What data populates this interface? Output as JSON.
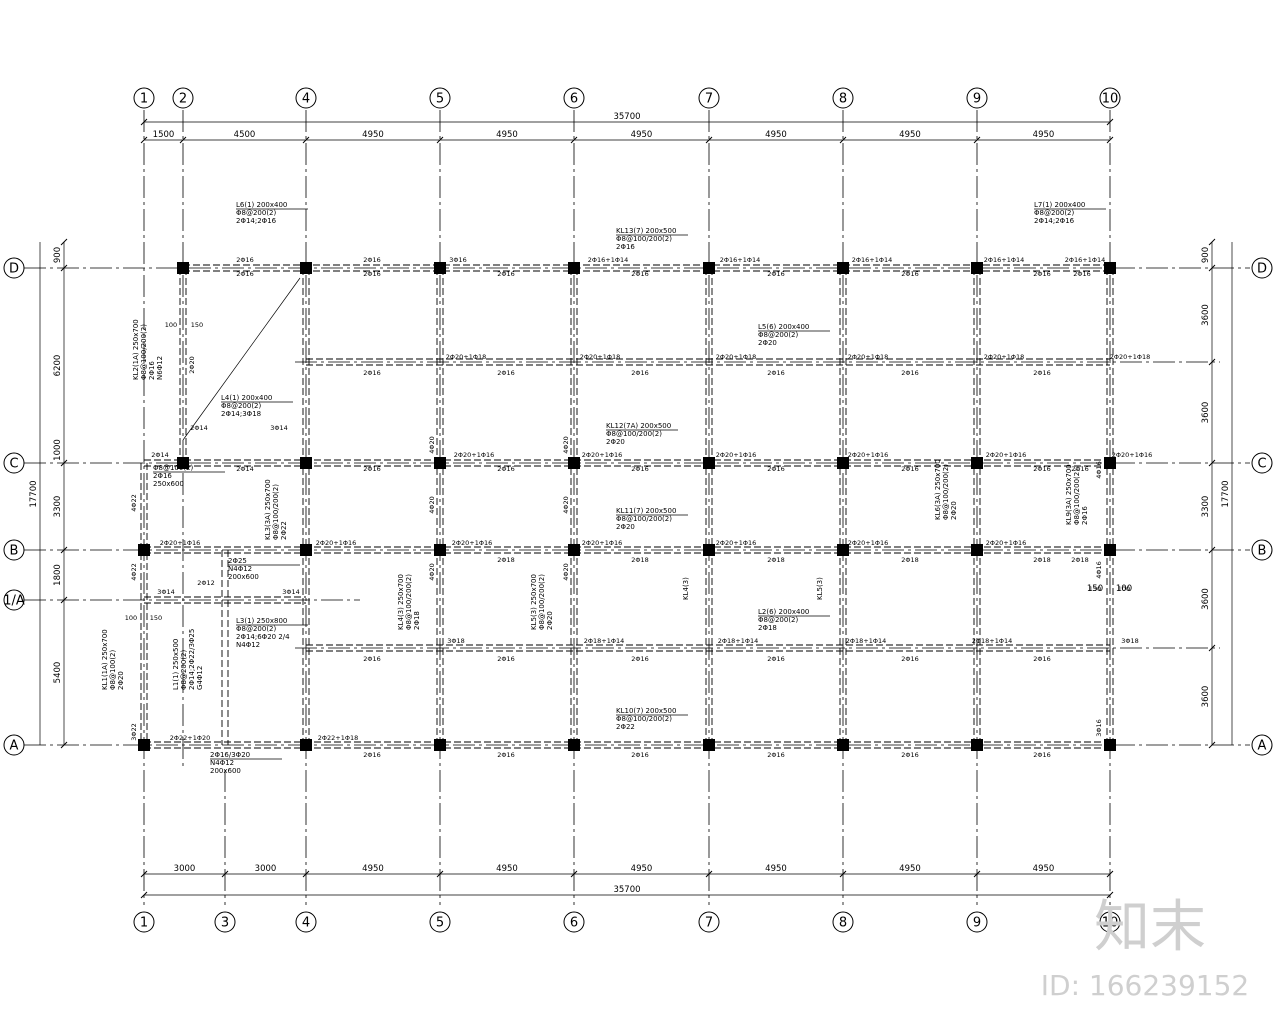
{
  "axes": {
    "top": [
      "1",
      "2",
      "4",
      "5",
      "6",
      "7",
      "8",
      "9",
      "10"
    ],
    "bottom": [
      "1",
      "3",
      "4",
      "5",
      "6",
      "7",
      "8",
      "9",
      "10"
    ],
    "rows": [
      "D",
      "C",
      "B",
      "1/A",
      "A"
    ]
  },
  "dims": {
    "top_total": "35700",
    "top_segments": [
      "1500",
      "4500",
      "4950",
      "4950",
      "4950",
      "4950",
      "4950",
      "4950"
    ],
    "bottom_total": "35700",
    "bottom_segments": [
      "3000",
      "3000",
      "4950",
      "4950",
      "4950",
      "4950",
      "4950",
      "4950"
    ],
    "left_total": "17700",
    "left_outer": [
      "6200",
      "3300",
      "5400"
    ],
    "left_inner": [
      "900",
      "1000",
      "1800"
    ],
    "right_total": "17700",
    "right_outer": [
      "900",
      "3600",
      "3600",
      "3300",
      "3600",
      "3600"
    ],
    "right_inner": [
      "150",
      "100"
    ]
  },
  "beam_notes": {
    "L6": [
      "L6(1) 200x400",
      "Φ8@200(2)",
      "2Φ14;2Φ16"
    ],
    "L7": [
      "L7(1) 200x400",
      "Φ8@200(2)",
      "2Φ14;2Φ16"
    ],
    "KL13": [
      "KL13(7) 200x500",
      "Φ8@100/200(2)",
      "2Φ16"
    ],
    "L5": [
      "L5(6) 200x400",
      "Φ8@200(2)",
      "2Φ20"
    ],
    "KL12": [
      "KL12(7A) 200x500",
      "Φ8@100/200(2)",
      "2Φ20"
    ],
    "KL11": [
      "KL11(7) 200x500",
      "Φ8@100/200(2)",
      "2Φ20"
    ],
    "L2": [
      "L2(6) 200x400",
      "Φ8@200(2)",
      "2Φ18"
    ],
    "KL10": [
      "KL10(7) 200x500",
      "Φ8@100/200(2)",
      "2Φ22"
    ],
    "L4": [
      "L4(1) 200x400",
      "Φ8@200(2)",
      "2Φ14;3Φ18"
    ],
    "L3": [
      "L3(1) 250x800",
      "Φ8@200(2)",
      "2Φ14;6Φ20 2/4",
      "N4Φ12"
    ],
    "KL2": [
      "KL2(1A) 250x700",
      "Φ8@100/200(2)",
      "2Φ16",
      "N6Φ12"
    ],
    "KL1": [
      "KL1(1A) 250x700",
      "Φ8@100(2)",
      "2Φ20"
    ],
    "L1": [
      "L1(1) 250x500",
      "Φ8@200(2)",
      "2Φ14;2Φ22/3Φ25",
      "G4Φ12"
    ],
    "KL3": [
      "KL3(3A) 250x700",
      "Φ8@100/200(2)",
      "2Φ22"
    ],
    "KL4": [
      "KL4(3) 250x700",
      "Φ8@100/200(2)",
      "2Φ18"
    ],
    "KL5": [
      "KL5(3) 250x700",
      "Φ8@100/200(2)",
      "2Φ20"
    ],
    "KL4b": [
      "KL4(3)"
    ],
    "KL5b": [
      "KL5(3)"
    ],
    "KL6": [
      "KL6(3A) 250x700",
      "Φ8@100/200(2)",
      "2Φ20"
    ],
    "KL9": [
      "KL9(3A) 250x700",
      "Φ8@100/200(2)",
      "2Φ16"
    ],
    "N4a": [
      "2Φ25",
      "N4Φ12",
      "200x600"
    ],
    "N4b": [
      "2Φ16/3Φ20",
      "N4Φ12",
      "200x600"
    ],
    "KL8": [
      "Φ8@100(2)",
      "2Φ16",
      "250x600"
    ]
  },
  "top_row_labels": {
    "D": [
      "2Φ16",
      "2Φ16",
      "3Φ16",
      "2Φ16+1Φ14",
      "2Φ16+1Φ14",
      "2Φ16+1Φ14",
      "2Φ16+1Φ14",
      "2Φ16+1Φ14"
    ],
    "L5": [
      "2Φ20+1Φ18",
      "2Φ20+1Φ18",
      "2Φ20+1Φ18",
      "2Φ20+1Φ18",
      "2Φ20+1Φ18",
      "2Φ20+1Φ18"
    ],
    "C": [
      "2Φ14",
      "2Φ20+1Φ16",
      "2Φ20+1Φ16",
      "2Φ20+1Φ16",
      "2Φ20+1Φ16",
      "2Φ20+1Φ16",
      "2Φ20+1Φ16"
    ],
    "B": [
      "2Φ20+1Φ16",
      "2Φ20+1Φ16",
      "2Φ20+1Φ16",
      "2Φ20+1Φ16",
      "2Φ20+1Φ16",
      "2Φ20+1Φ16",
      "2Φ20+1Φ16"
    ],
    "L2": [
      "3Φ18",
      "2Φ18+1Φ14",
      "2Φ18+1Φ14",
      "2Φ18+1Φ14",
      "2Φ18+1Φ14",
      "3Φ18"
    ],
    "A": [
      "2Φ22+1Φ20",
      "2Φ22+1Φ18"
    ]
  },
  "bottom_row_labels": {
    "D": [
      "2Φ16",
      "2Φ16",
      "2Φ16",
      "2Φ16",
      "2Φ16",
      "2Φ16",
      "2Φ16",
      "2Φ16"
    ],
    "L5": [
      "2Φ16",
      "2Φ16",
      "2Φ16",
      "2Φ16",
      "2Φ16",
      "2Φ16"
    ],
    "C": [
      "2Φ14",
      "2Φ16",
      "2Φ16",
      "2Φ16",
      "2Φ16",
      "2Φ16",
      "2Φ16",
      "2Φ16"
    ],
    "B": [
      "2Φ18",
      "2Φ18",
      "2Φ18",
      "2Φ18",
      "2Φ18",
      "2Φ18"
    ],
    "L2": [
      "2Φ16",
      "2Φ16",
      "2Φ16",
      "2Φ16",
      "2Φ16",
      "2Φ16"
    ],
    "A": [
      "2Φ16",
      "2Φ16",
      "2Φ16",
      "2Φ16",
      "2Φ16",
      "2Φ16"
    ]
  },
  "misc_labels": [
    "100",
    "150",
    "100",
    "150",
    "150",
    "100",
    "3Φ14",
    "2Φ12",
    "3Φ14",
    "2Φ14",
    "3Φ14",
    "4Φ22",
    "4Φ22",
    "3Φ22",
    "4Φ16",
    "4Φ16",
    "4Φ20",
    "4Φ20",
    "4Φ20",
    "4Φ20",
    "4Φ20",
    "4Φ20",
    "3Φ16",
    "2Φ20"
  ],
  "watermark": {
    "logo": "知末",
    "id": "ID: 166239152"
  }
}
